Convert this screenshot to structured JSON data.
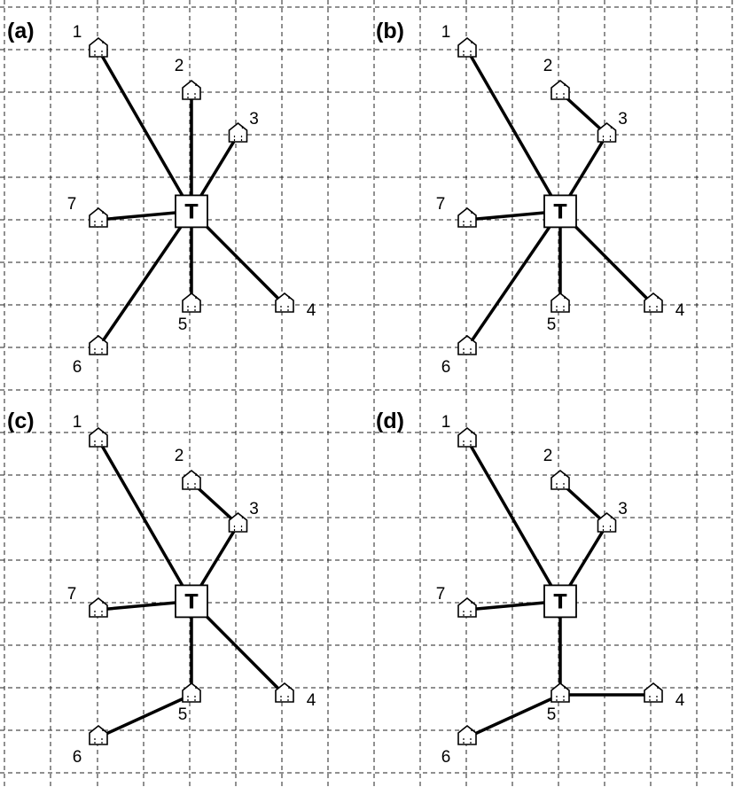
{
  "figure": {
    "panels": [
      {
        "label": "(a)",
        "hub": {
          "letter": "T",
          "col": 4,
          "row": 4.8
        },
        "houses": [
          {
            "id": "1",
            "col": 2,
            "row": 1
          },
          {
            "id": "2",
            "col": 4,
            "row": 2
          },
          {
            "id": "3",
            "col": 5,
            "row": 3
          },
          {
            "id": "4",
            "col": 6,
            "row": 7
          },
          {
            "id": "5",
            "col": 4,
            "row": 7
          },
          {
            "id": "6",
            "col": 2,
            "row": 8
          },
          {
            "id": "7",
            "col": 2,
            "row": 5
          }
        ],
        "edges": [
          [
            "T",
            "1"
          ],
          [
            "T",
            "2"
          ],
          [
            "T",
            "3"
          ],
          [
            "T",
            "4"
          ],
          [
            "T",
            "5"
          ],
          [
            "T",
            "6"
          ],
          [
            "T",
            "7"
          ]
        ]
      },
      {
        "label": "(b)",
        "hub": {
          "letter": "T",
          "col": 4,
          "row": 4.8
        },
        "houses": [
          {
            "id": "1",
            "col": 2,
            "row": 1
          },
          {
            "id": "2",
            "col": 4,
            "row": 2
          },
          {
            "id": "3",
            "col": 5,
            "row": 3
          },
          {
            "id": "4",
            "col": 6,
            "row": 7
          },
          {
            "id": "5",
            "col": 4,
            "row": 7
          },
          {
            "id": "6",
            "col": 2,
            "row": 8
          },
          {
            "id": "7",
            "col": 2,
            "row": 5
          }
        ],
        "edges": [
          [
            "T",
            "1"
          ],
          [
            "2",
            "3"
          ],
          [
            "T",
            "3"
          ],
          [
            "T",
            "4"
          ],
          [
            "T",
            "5"
          ],
          [
            "T",
            "6"
          ],
          [
            "T",
            "7"
          ]
        ]
      },
      {
        "label": "(c)",
        "hub": {
          "letter": "T",
          "col": 4,
          "row": 4.8
        },
        "houses": [
          {
            "id": "1",
            "col": 2,
            "row": 1
          },
          {
            "id": "2",
            "col": 4,
            "row": 2
          },
          {
            "id": "3",
            "col": 5,
            "row": 3
          },
          {
            "id": "4",
            "col": 6,
            "row": 7
          },
          {
            "id": "5",
            "col": 4,
            "row": 7
          },
          {
            "id": "6",
            "col": 2,
            "row": 8
          },
          {
            "id": "7",
            "col": 2,
            "row": 5
          }
        ],
        "edges": [
          [
            "T",
            "1"
          ],
          [
            "2",
            "3"
          ],
          [
            "T",
            "3"
          ],
          [
            "T",
            "4"
          ],
          [
            "T",
            "5"
          ],
          [
            "5",
            "6"
          ],
          [
            "T",
            "7"
          ]
        ]
      },
      {
        "label": "(d)",
        "hub": {
          "letter": "T",
          "col": 4,
          "row": 4.8
        },
        "houses": [
          {
            "id": "1",
            "col": 2,
            "row": 1
          },
          {
            "id": "2",
            "col": 4,
            "row": 2
          },
          {
            "id": "3",
            "col": 5,
            "row": 3
          },
          {
            "id": "4",
            "col": 6,
            "row": 7
          },
          {
            "id": "5",
            "col": 4,
            "row": 7
          },
          {
            "id": "6",
            "col": 2,
            "row": 8
          },
          {
            "id": "7",
            "col": 2,
            "row": 5
          }
        ],
        "edges": [
          [
            "T",
            "1"
          ],
          [
            "2",
            "3"
          ],
          [
            "T",
            "3"
          ],
          [
            "T",
            "5"
          ],
          [
            "5",
            "4"
          ],
          [
            "5",
            "6"
          ],
          [
            "T",
            "7"
          ]
        ]
      }
    ]
  }
}
